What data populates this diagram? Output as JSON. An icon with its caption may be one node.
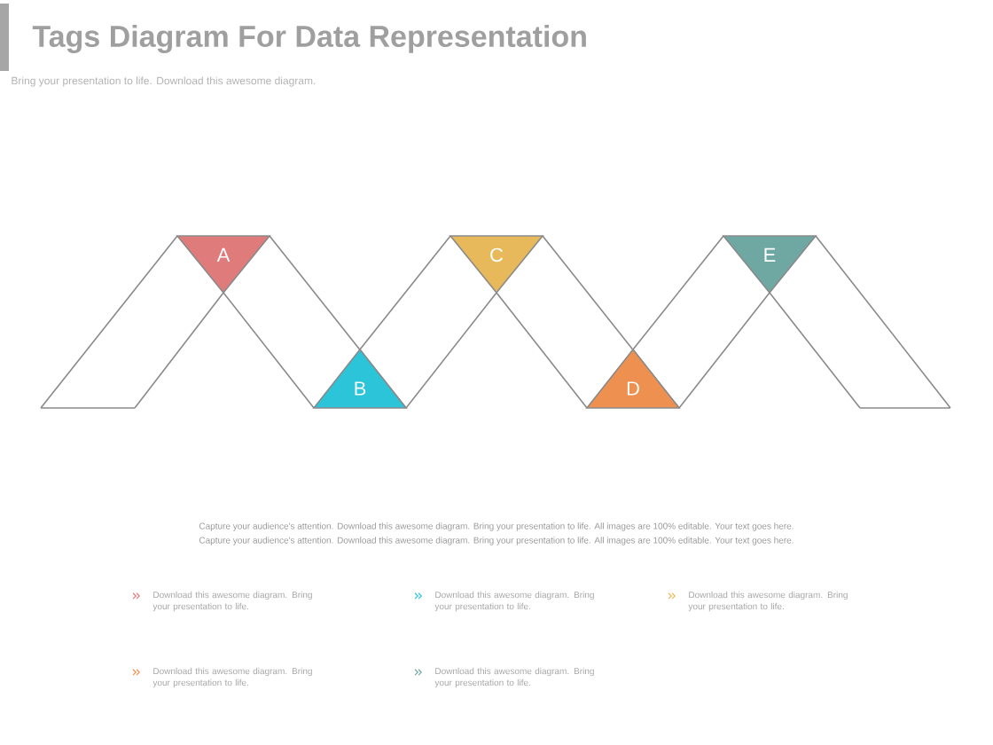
{
  "diagram": {
    "title": "Tags Diagram For Data Representation",
    "nodes": [
      {
        "text": [
          "A"
        ]
      },
      {
        "text": [
          "B"
        ]
      },
      {
        "text": [
          "C"
        ]
      },
      {
        "text": [
          "D"
        ]
      },
      {
        "text": [
          "E"
        ]
      }
    ],
    "labels": [
      "Bring your presentation to life. Download this awesome diagram.",
      "Capture your audience's attention. Download this awesome diagram. Bring your presentation to life. All images are 100% editable. Your text goes here.",
      "Capture your audience's attention. Download this awesome diagram. Bring your presentation to life. All images are 100% editable. Your text goes here.",
      "Download this awesome diagram. Bring your presentation to life.",
      "Download this awesome diagram. Bring your presentation to life.",
      "Download this awesome diagram. Bring your presentation to life.",
      "Download this awesome diagram. Bring your presentation to life.",
      "Download this awesome diagram. Bring your presentation to life."
    ]
  }
}
